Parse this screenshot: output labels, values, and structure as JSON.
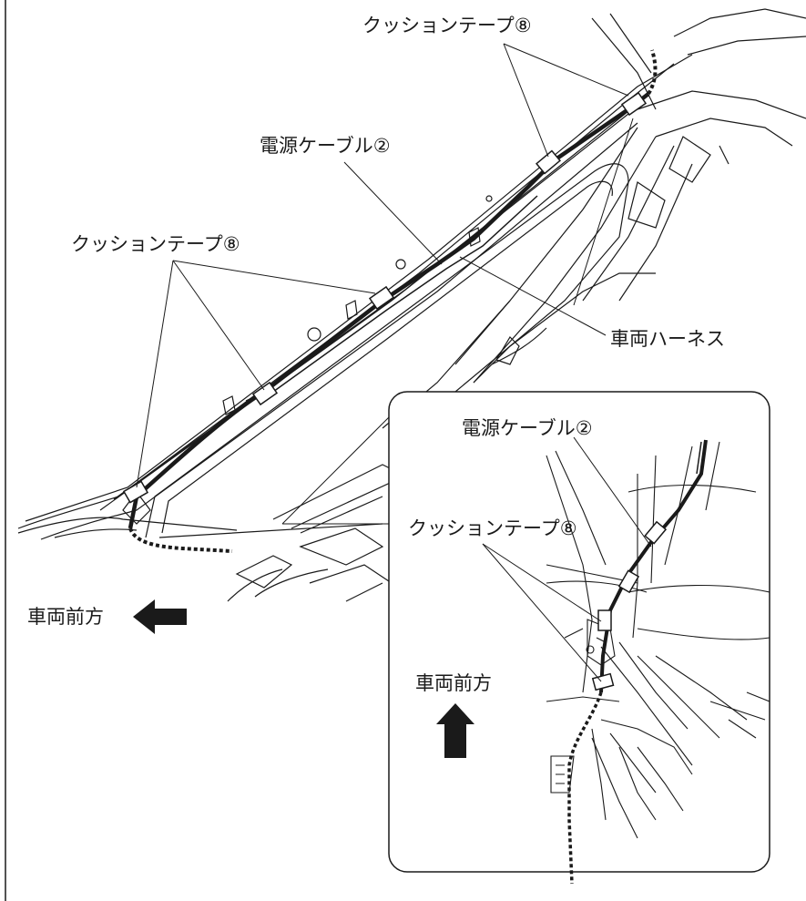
{
  "labels": {
    "cushion_tape_top": "クッションテープ⑧",
    "cushion_tape_left": "クッションテープ⑧",
    "power_cable_main": "電源ケーブル②",
    "vehicle_harness": "車両ハーネス",
    "vehicle_front_main": "車両前方",
    "inset_power_cable": "電源ケーブル②",
    "inset_cushion_tape": "クッションテープ⑧",
    "inset_vehicle_front": "車両前方"
  },
  "colors": {
    "line": "#1a1a1a",
    "background": "#ffffff"
  },
  "icons": {
    "arrow_main": "arrow-left-icon",
    "arrow_inset": "arrow-up-icon"
  }
}
